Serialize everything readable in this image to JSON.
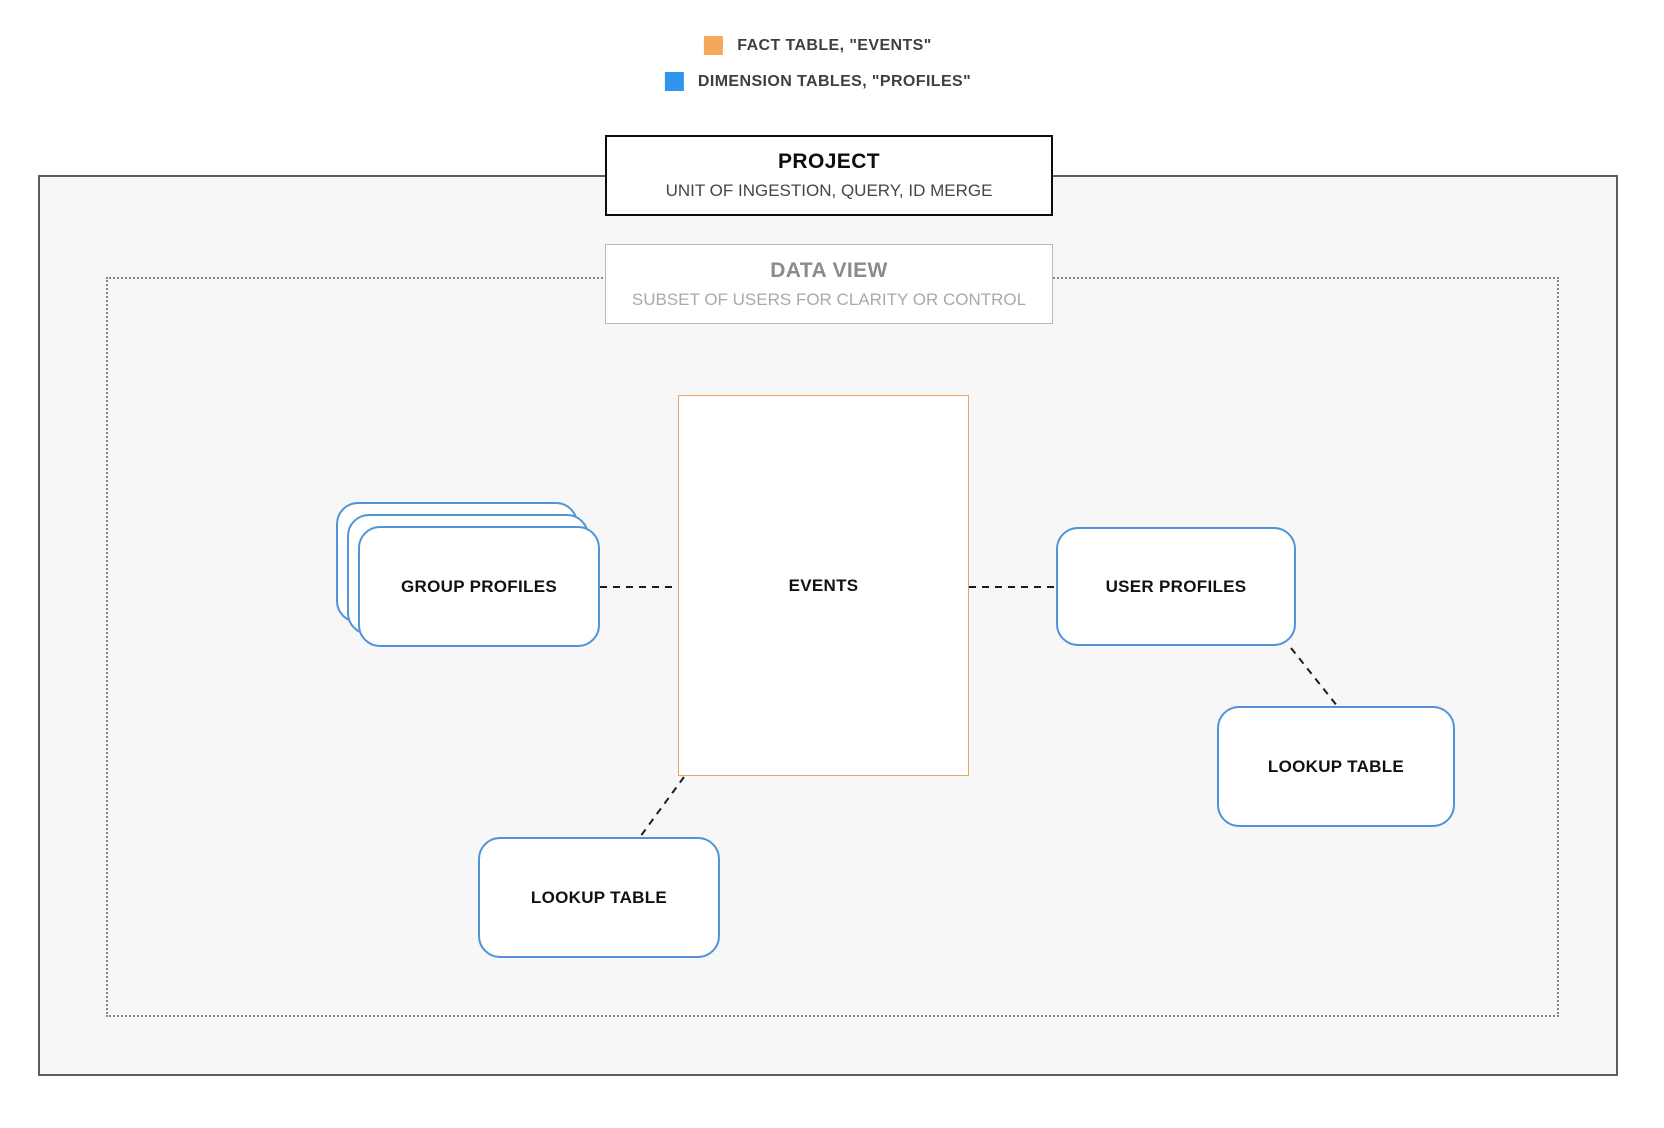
{
  "legend": {
    "items": [
      {
        "label": "FACT TABLE, \"EVENTS\"",
        "color": "#f4a85a"
      },
      {
        "label": "DIMENSION TABLES, \"PROFILES\"",
        "color": "#3095ee"
      }
    ]
  },
  "project": {
    "title": "PROJECT",
    "subtitle": "UNIT OF INGESTION, QUERY, ID MERGE"
  },
  "data_view": {
    "title": "DATA VIEW",
    "subtitle": "SUBSET OF USERS FOR CLARITY OR CONTROL"
  },
  "nodes": {
    "events": {
      "label": "EVENTS"
    },
    "group_profiles": {
      "label": "GROUP PROFILES"
    },
    "user_profiles": {
      "label": "USER PROFILES"
    },
    "lookup_table_bottom": {
      "label": "LOOKUP TABLE"
    },
    "lookup_table_right": {
      "label": "LOOKUP TABLE"
    }
  },
  "colors": {
    "fact_border": "#e8a95b",
    "dimension_border": "#4e94d6",
    "connector": "#1c1c1c",
    "outer_border": "#5d5d5d",
    "dotted_border": "#858585"
  }
}
